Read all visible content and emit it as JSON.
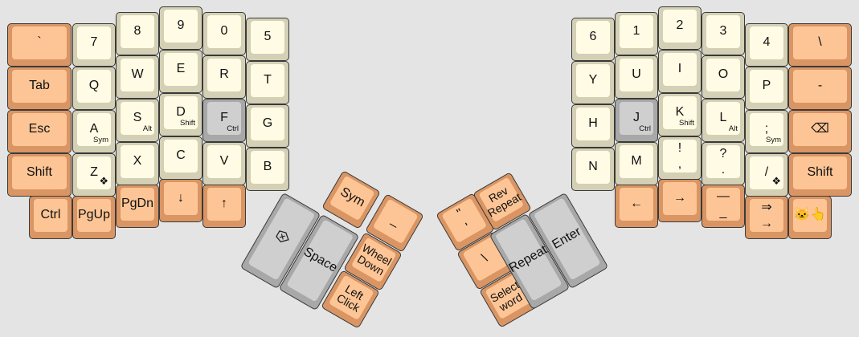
{
  "colors": {
    "cream": "#fffbe4",
    "orange": "#fdc595",
    "gray": "#cfcfcf",
    "background": "#e4e4e4"
  },
  "left_half": {
    "col_outer": [
      {
        "tap": "`"
      },
      {
        "tap": "Tab"
      },
      {
        "tap": "Esc"
      },
      {
        "tap": "Shift"
      }
    ],
    "col_1": [
      {
        "tap": "7"
      },
      {
        "tap": "Q"
      },
      {
        "tap": "A",
        "hold": "Sym"
      },
      {
        "tap": "Z",
        "hold_icon": "❖"
      }
    ],
    "col_2": [
      {
        "tap": "8"
      },
      {
        "tap": "W"
      },
      {
        "tap": "S",
        "hold": "Alt"
      },
      {
        "tap": "X"
      }
    ],
    "col_3": [
      {
        "tap": "9"
      },
      {
        "tap": "E"
      },
      {
        "tap": "D",
        "hold": "Shift"
      },
      {
        "tap": "C"
      }
    ],
    "col_4": [
      {
        "tap": "0"
      },
      {
        "tap": "R"
      },
      {
        "tap": "F",
        "hold": "Ctrl"
      },
      {
        "tap": "V"
      }
    ],
    "col_5": [
      {
        "tap": "5"
      },
      {
        "tap": "T"
      },
      {
        "tap": "G"
      },
      {
        "tap": "B"
      }
    ],
    "bottom_row": [
      {
        "tap": "Ctrl"
      },
      {
        "tap": "PgUp"
      },
      {
        "tap": "PgDn"
      },
      {
        "tap": "↓"
      },
      {
        "tap": "↑"
      }
    ],
    "thumb": {
      "big1_icon": "⌫-outline",
      "big2": "Space",
      "sym": "Sym",
      "underscore": "_",
      "wheel_down": "Wheel Down",
      "left_click": "Left Click"
    }
  },
  "right_half": {
    "col_5": [
      {
        "tap": "6"
      },
      {
        "tap": "Y"
      },
      {
        "tap": "H"
      },
      {
        "tap": "N"
      }
    ],
    "col_4": [
      {
        "tap": "1"
      },
      {
        "tap": "U"
      },
      {
        "tap": "J",
        "hold": "Ctrl"
      },
      {
        "tap": "M"
      }
    ],
    "col_3": [
      {
        "tap": "2"
      },
      {
        "tap": "I"
      },
      {
        "tap": "K",
        "hold": "Shift"
      },
      {
        "tap": "!",
        "tap2": ","
      }
    ],
    "col_2": [
      {
        "tap": "3"
      },
      {
        "tap": "O"
      },
      {
        "tap": "L",
        "hold": "Alt"
      },
      {
        "tap": "?",
        "tap2": "."
      }
    ],
    "col_1": [
      {
        "tap": "4"
      },
      {
        "tap": "P"
      },
      {
        "tap": ";",
        "hold": "Sym"
      },
      {
        "tap": "/",
        "hold_icon": "❖"
      }
    ],
    "col_outer": [
      {
        "tap": "\\"
      },
      {
        "tap": "-"
      },
      {
        "tap": "⌫"
      },
      {
        "tap": "Shift"
      }
    ],
    "bottom_row": [
      {
        "tap": "←"
      },
      {
        "tap": "→"
      },
      {
        "tap": "—",
        "tap2": "_"
      },
      {
        "tap": "⇒",
        "tap2": "→"
      },
      {
        "tap": "🐱👆"
      }
    ],
    "thumb": {
      "quote1": "\"",
      "quote2": "'",
      "rev_repeat": "Rev Repeat",
      "backslash": "\\",
      "select_word": "Select word",
      "repeat": "Repeat",
      "enter": "Enter"
    }
  }
}
